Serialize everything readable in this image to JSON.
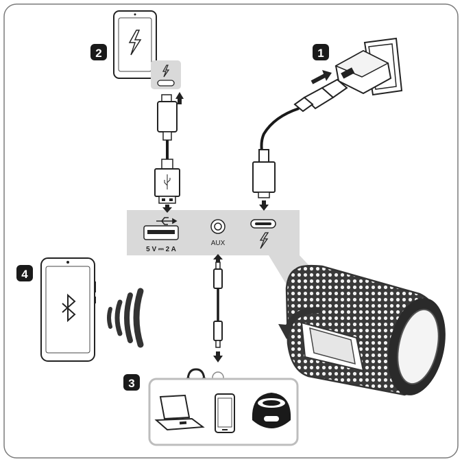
{
  "steps": {
    "step1": "1",
    "step2": "2",
    "step3": "3",
    "step4": "4"
  },
  "ports": {
    "usb_a_rating": "5 V ⎓ 2 A",
    "aux_label": "AUX"
  },
  "icons": {
    "usb": "usb-icon",
    "charge": "lightning-icon",
    "bluetooth": "bluetooth-icon",
    "headphones": "headphones-icon"
  },
  "colors": {
    "badge": "#1a1a1a",
    "panel": "#d9d9d9",
    "frame": "#7a7a7a"
  }
}
